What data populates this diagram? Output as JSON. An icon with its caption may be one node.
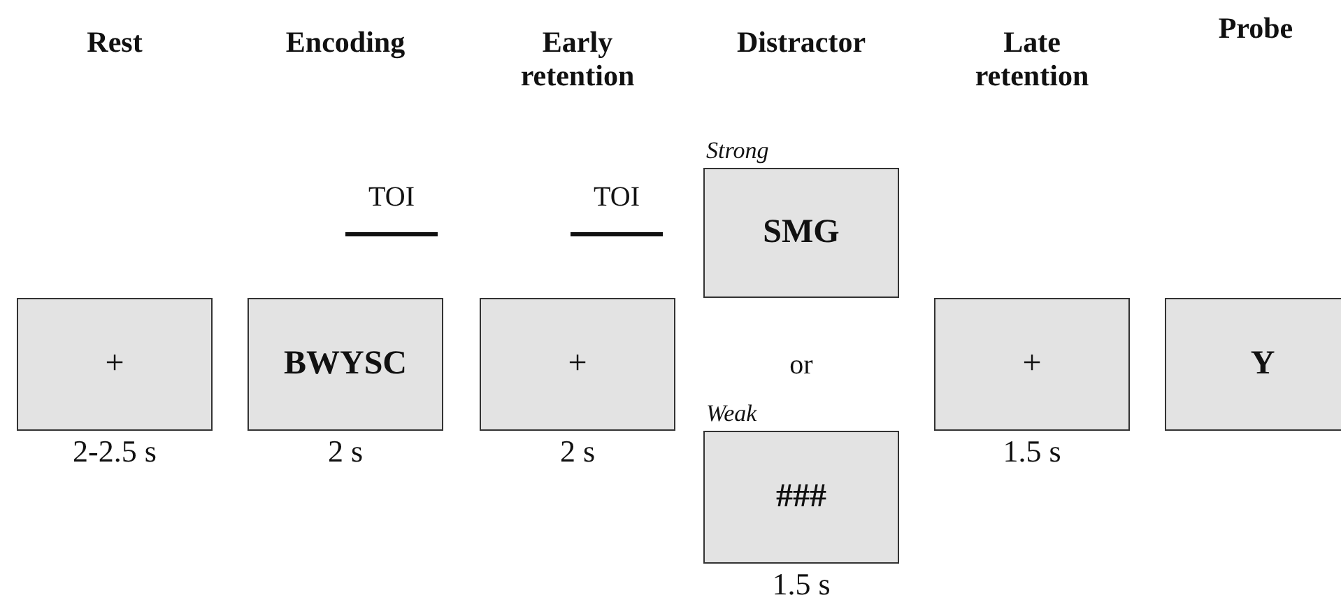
{
  "diagram": {
    "nodes": [
      {
        "text": [
          "+"
        ],
        "beside": [
          "2-2.5 s"
        ]
      },
      {
        "text": [
          "BWYSC"
        ],
        "beside": [
          "2 s"
        ]
      },
      {
        "text": [
          "+"
        ],
        "beside": [
          "2 s"
        ]
      },
      {
        "text": [
          "Strong",
          "SMG"
        ]
      },
      {
        "text": [
          "Weak",
          "###"
        ],
        "beside": [
          "1.5 s"
        ]
      },
      {
        "text": [
          "+"
        ],
        "beside": [
          "1.5 s"
        ]
      },
      {
        "text": [
          "Y"
        ]
      }
    ],
    "labels": [
      "Rest",
      "Encoding",
      "Early retention",
      "Distractor",
      "Late retention",
      "Probe",
      "TOI",
      "TOI",
      "or"
    ]
  }
}
